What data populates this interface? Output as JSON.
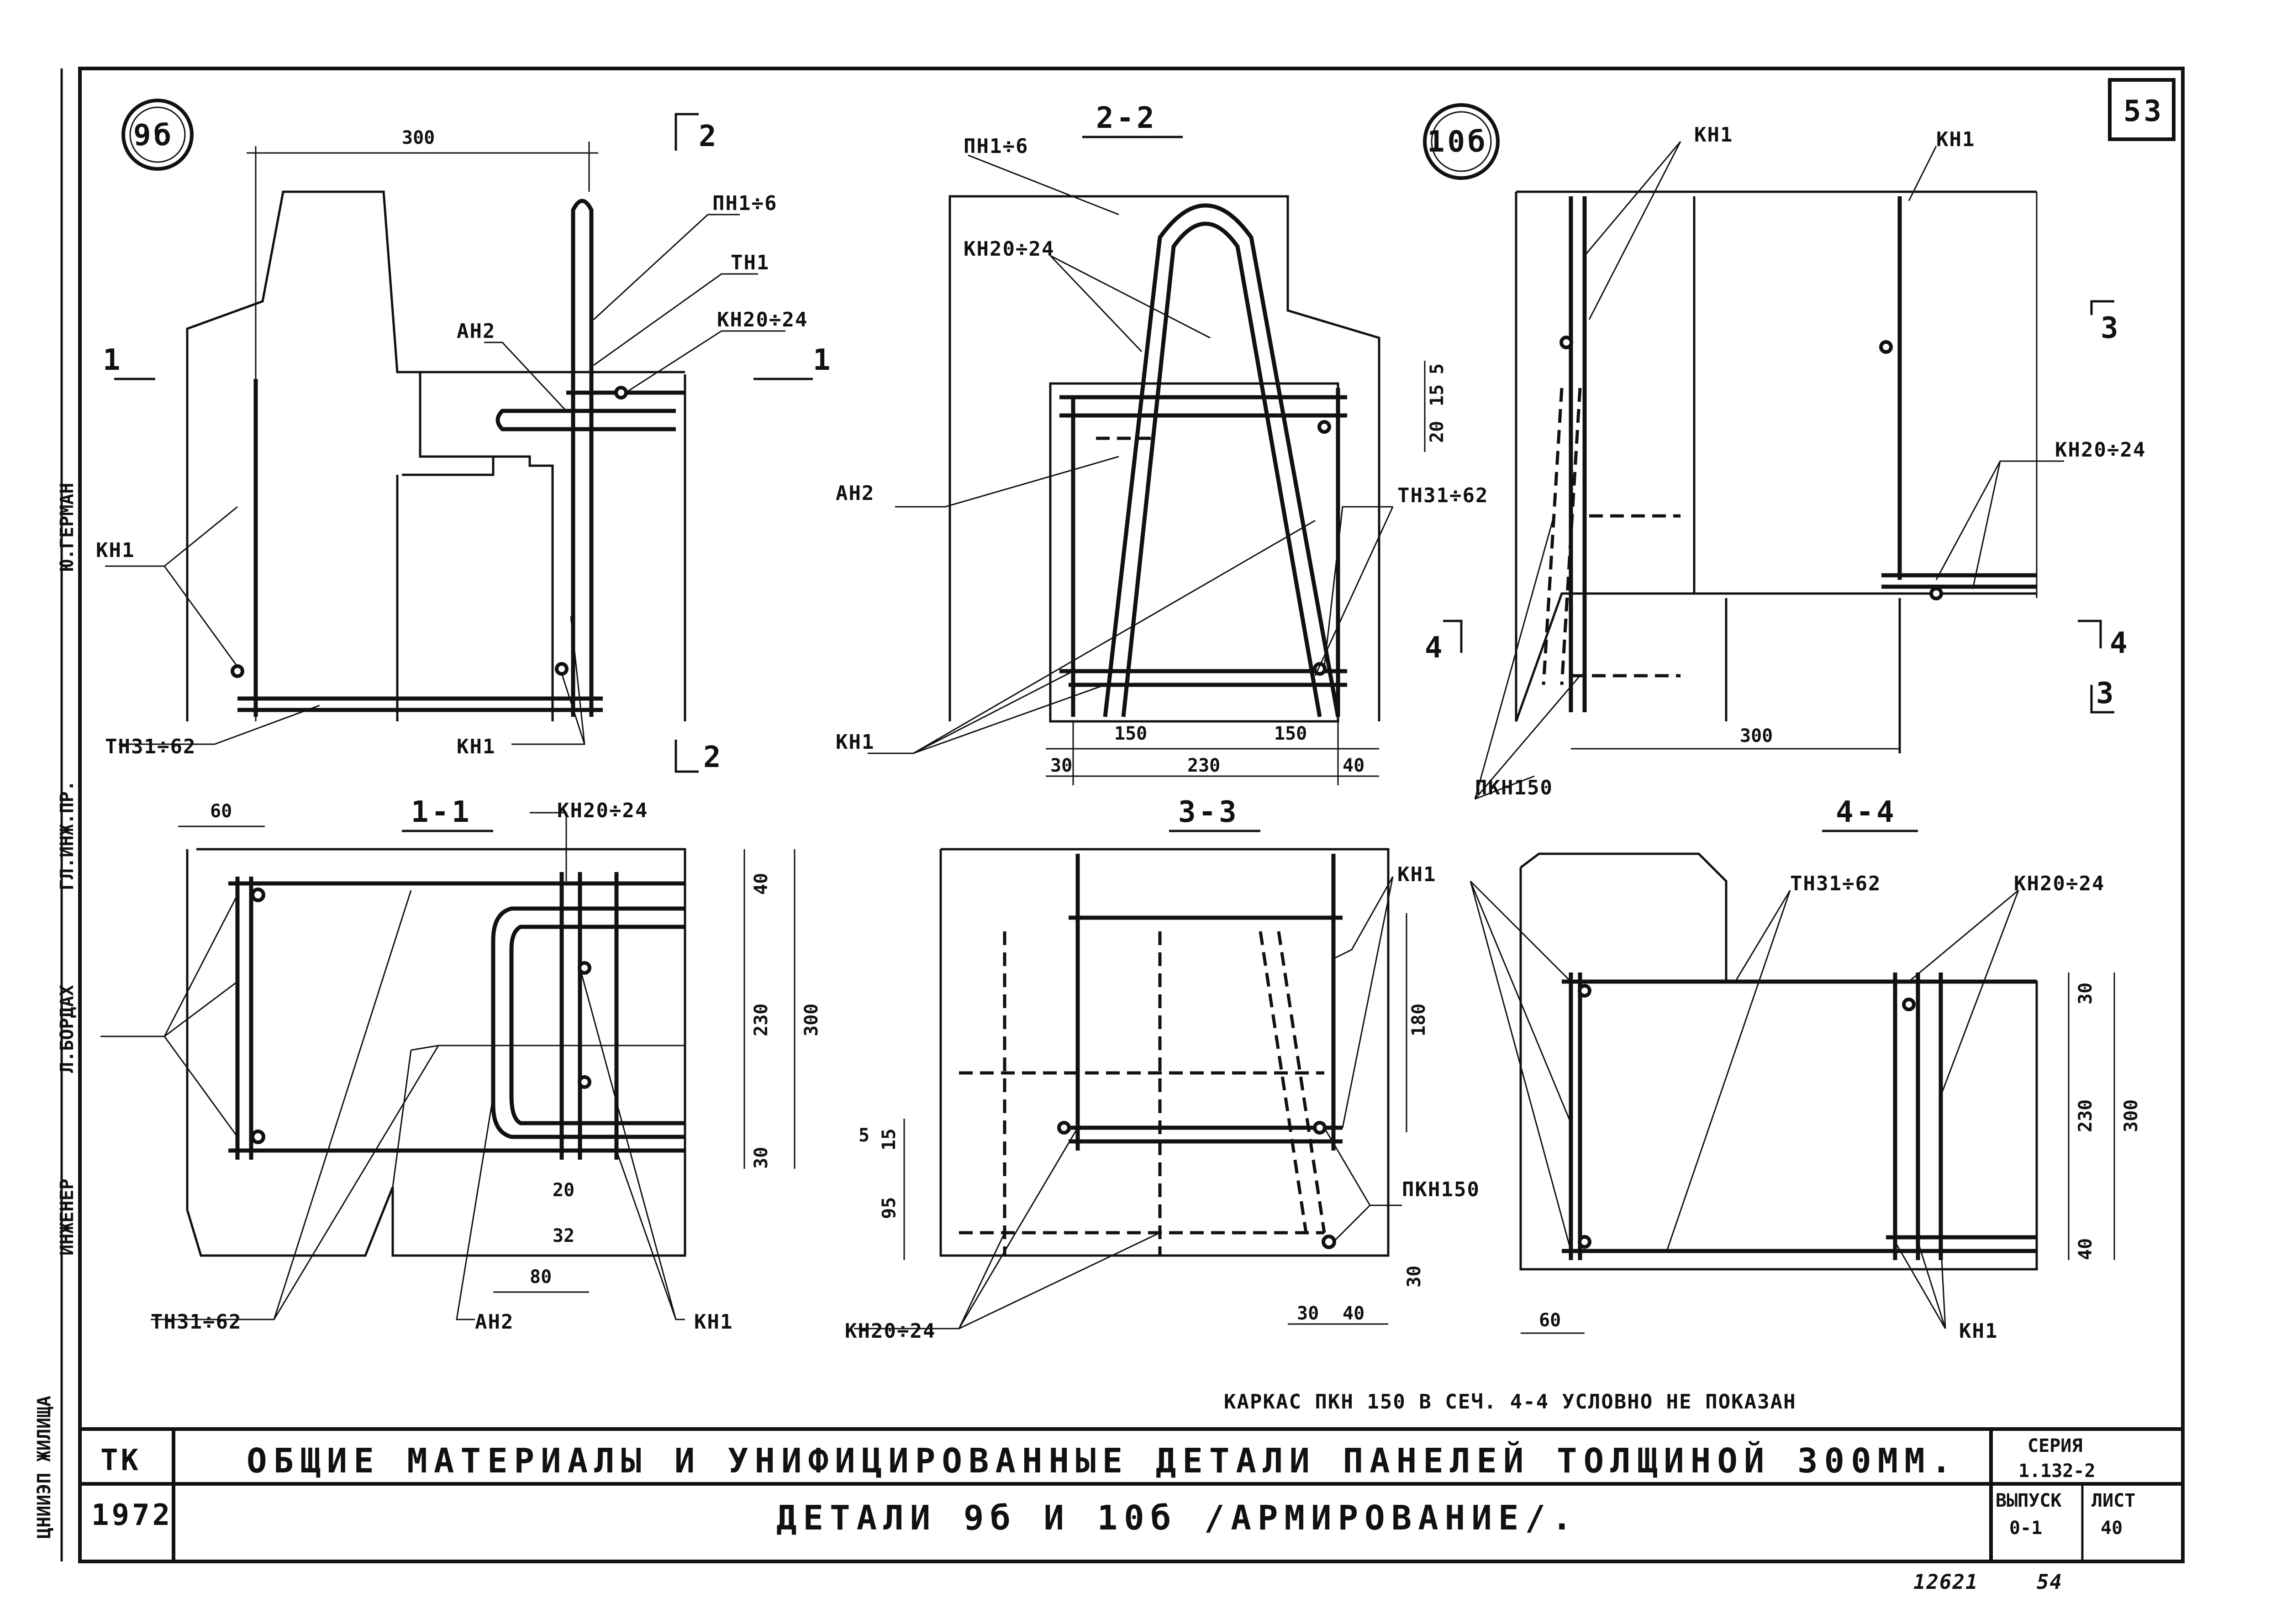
{
  "sheet": {
    "page_number": "53",
    "footnote": "КАРКАС ПКН 150 В СЕЧ. 4-4 УСЛОВНО НЕ ПОКАЗАН",
    "handwritten_numbers": [
      "12621",
      "54"
    ]
  },
  "title_block": {
    "org": "ТК",
    "year": "1972",
    "title_line1": "ОБЩИЕ МАТЕРИАЛЫ И УНИФИЦИРОВАННЫЕ ДЕТАЛИ ПАНЕЛЕЙ ТОЛЩИНОЙ 300ММ.",
    "title_line2": "ДЕТАЛИ 9б И 10б /АРМИРОВАНИЕ/.",
    "series_label": "СЕРИЯ",
    "series_value": "1.132-2",
    "issue_label": "ВЫПУСК",
    "issue_value": "0-1",
    "sheet_label": "ЛИСТ",
    "sheet_value": "40"
  },
  "side_stamp": {
    "roles": [
      "ИНЖЕНЕР",
      "ГЛ.ИНЖ.ПР."
    ],
    "names": [
      "Л.БОРДАХ",
      "Ю.ГЕРМАН"
    ],
    "institute": "ЦНИИЭП ЖИЛИЩА"
  },
  "details": [
    {
      "id": "detail-9b",
      "marker": "9б"
    },
    {
      "id": "detail-10b",
      "marker": "10б"
    }
  ],
  "sections": {
    "s11": "1-1",
    "s22": "2-2",
    "s33": "3-3",
    "s44": "4-4",
    "cut1": "1",
    "cut2": "2",
    "cut3": "3",
    "cut4": "4"
  },
  "labels": {
    "PN": "ПН1÷6",
    "TN1": "ТН1",
    "KN20": "КН20÷24",
    "AN2": "АН2",
    "KN1": "КН1",
    "TN31": "ТН31÷62",
    "PKN": "ПКН150"
  },
  "dims": {
    "d300": "300",
    "d230": "230",
    "d150": "150",
    "d30": "30",
    "d40": "40",
    "d60": "60",
    "d5": "5",
    "d15": "15",
    "d20": "20",
    "d32": "32",
    "d80": "80",
    "d180": "180",
    "d95": "95"
  }
}
